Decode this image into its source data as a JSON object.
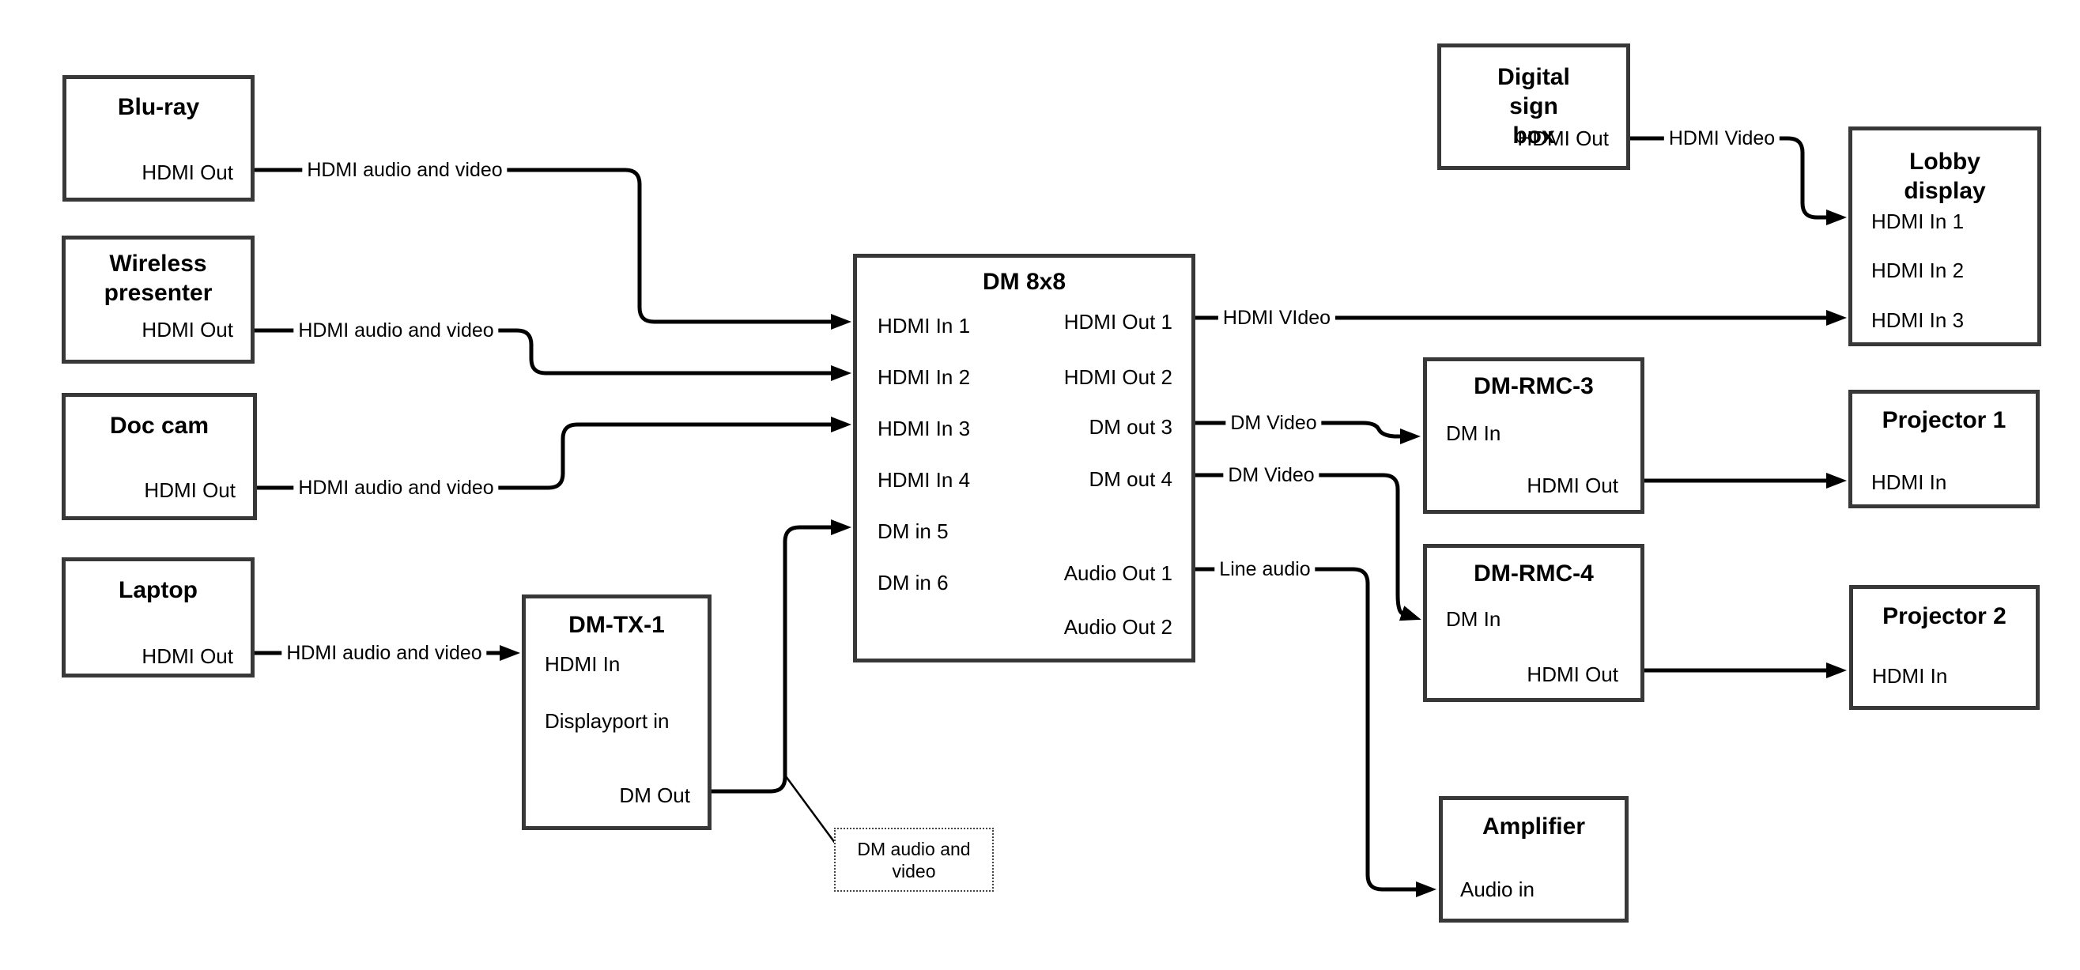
{
  "nodes": {
    "bluray": {
      "title": "Blu-ray",
      "ports": {
        "hdmi_out": "HDMI Out"
      }
    },
    "wireless": {
      "title": "Wireless presenter",
      "ports": {
        "hdmi_out": "HDMI Out"
      }
    },
    "doc_cam": {
      "title": "Doc cam",
      "ports": {
        "hdmi_out": "HDMI Out"
      }
    },
    "laptop": {
      "title": "Laptop",
      "ports": {
        "hdmi_out": "HDMI Out"
      }
    },
    "dm_tx_1": {
      "title": "DM-TX-1",
      "ports": {
        "hdmi_in": "HDMI In",
        "displayport_in": "Displayport in",
        "dm_out": "DM Out"
      }
    },
    "dm_8x8": {
      "title": "DM 8x8",
      "ports": {
        "hdmi_in_1": "HDMI In 1",
        "hdmi_in_2": "HDMI In 2",
        "hdmi_in_3": "HDMI In 3",
        "hdmi_in_4": "HDMI In 4",
        "dm_in_5": "DM in 5",
        "dm_in_6": "DM in 6",
        "hdmi_out_1": "HDMI Out 1",
        "hdmi_out_2": "HDMI Out 2",
        "dm_out_3": "DM out 3",
        "dm_out_4": "DM out 4",
        "audio_out_1": "Audio Out 1",
        "audio_out_2": "Audio Out 2"
      }
    },
    "digital_sign": {
      "title": "Digital sign box",
      "ports": {
        "hdmi_out": "HDMI Out"
      }
    },
    "lobby_display": {
      "title": "Lobby display",
      "ports": {
        "hdmi_in_1": "HDMI In 1",
        "hdmi_in_2": "HDMI In 2",
        "hdmi_in_3": "HDMI In 3"
      }
    },
    "dm_rmc_3": {
      "title": "DM-RMC-3",
      "ports": {
        "dm_in": "DM In",
        "hdmi_out": "HDMI Out"
      }
    },
    "projector_1": {
      "title": "Projector 1",
      "ports": {
        "hdmi_in": "HDMI In"
      }
    },
    "dm_rmc_4": {
      "title": "DM-RMC-4",
      "ports": {
        "dm_in": "DM In",
        "hdmi_out": "HDMI Out"
      }
    },
    "projector_2": {
      "title": "Projector 2",
      "ports": {
        "hdmi_in": "HDMI In"
      }
    },
    "amplifier": {
      "title": "Amplifier",
      "ports": {
        "audio_in": "Audio in"
      }
    }
  },
  "wire_labels": {
    "bluray_to_dm8x8": "HDMI audio and video",
    "wireless_to_dm8x8": "HDMI audio and video",
    "doccam_to_dm8x8": "HDMI audio and video",
    "laptop_to_dmtx1": "HDMI audio and video",
    "dm8x8_to_lobby": "HDMI VIdeo",
    "sign_to_lobby": "HDMI Video",
    "dm8x8_to_rmc3": "DM Video",
    "dm8x8_to_rmc4": "DM Video",
    "dm8x8_to_amp": "Line audio"
  },
  "annotation": {
    "note": "DM audio and video"
  },
  "colors": {
    "wire": "#000000",
    "box_border": "#383838",
    "text": "#000000"
  }
}
